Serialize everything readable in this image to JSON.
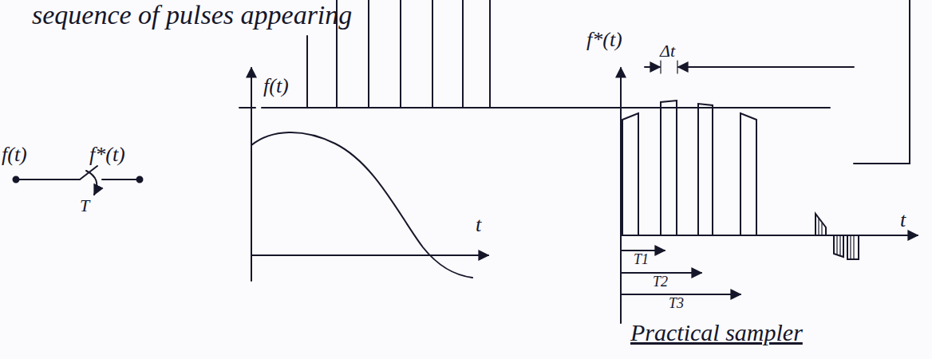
{
  "diagram": {
    "labels": [
      "sequence of pulses appearing",
      "f(t)",
      "f*(t)",
      "T",
      "f(t)",
      "t",
      "f*(t)",
      "Δt",
      "T1",
      "T2",
      "T3",
      "t",
      "Practical sampler"
    ]
  }
}
